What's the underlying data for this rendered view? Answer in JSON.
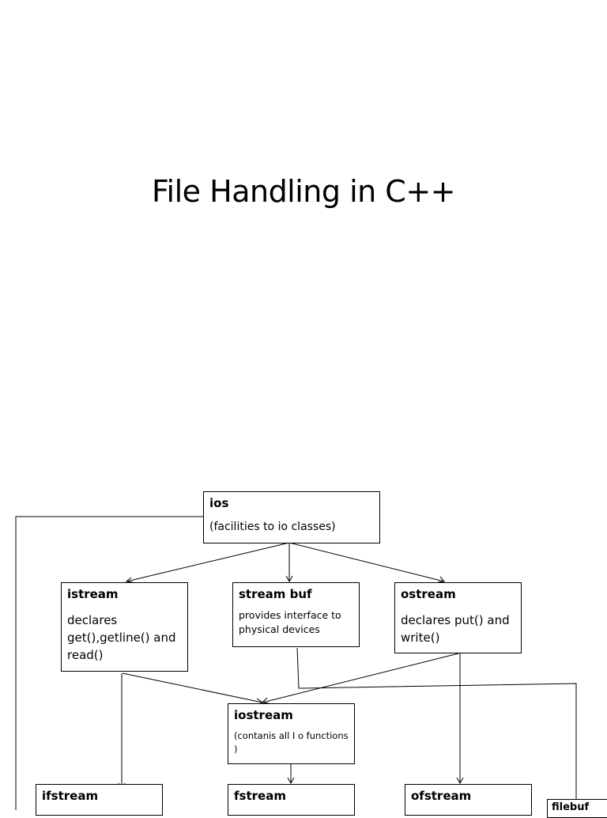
{
  "title": "File Handling in C++",
  "nodes": {
    "ios": {
      "name": "ios",
      "desc": "(facilities to io classes)"
    },
    "istream": {
      "name": "istream",
      "desc": "declares get(),getline() and read()"
    },
    "streambuf": {
      "name": "stream buf",
      "desc": "provides interface to physical devices"
    },
    "ostream": {
      "name": "ostream",
      "desc": "declares put() and write()"
    },
    "iostream": {
      "name": "iostream",
      "desc": "(contanis all I o functions )"
    },
    "ifstream": {
      "name": "ifstream"
    },
    "fstream": {
      "name": "fstream"
    },
    "ofstream": {
      "name": "ofstream"
    },
    "filebuf": {
      "name": "filebuf"
    }
  },
  "edges": [
    {
      "from": "ios",
      "to": "istream"
    },
    {
      "from": "ios",
      "to": "streambuf"
    },
    {
      "from": "ios",
      "to": "ostream"
    },
    {
      "from": "istream",
      "to": "iostream"
    },
    {
      "from": "ostream",
      "to": "iostream"
    },
    {
      "from": "istream",
      "to": "ifstream"
    },
    {
      "from": "iostream",
      "to": "fstream"
    },
    {
      "from": "ostream",
      "to": "ofstream"
    },
    {
      "from": "streambuf",
      "to": "filebuf"
    },
    {
      "from": "ios",
      "to": "ifstream"
    }
  ]
}
